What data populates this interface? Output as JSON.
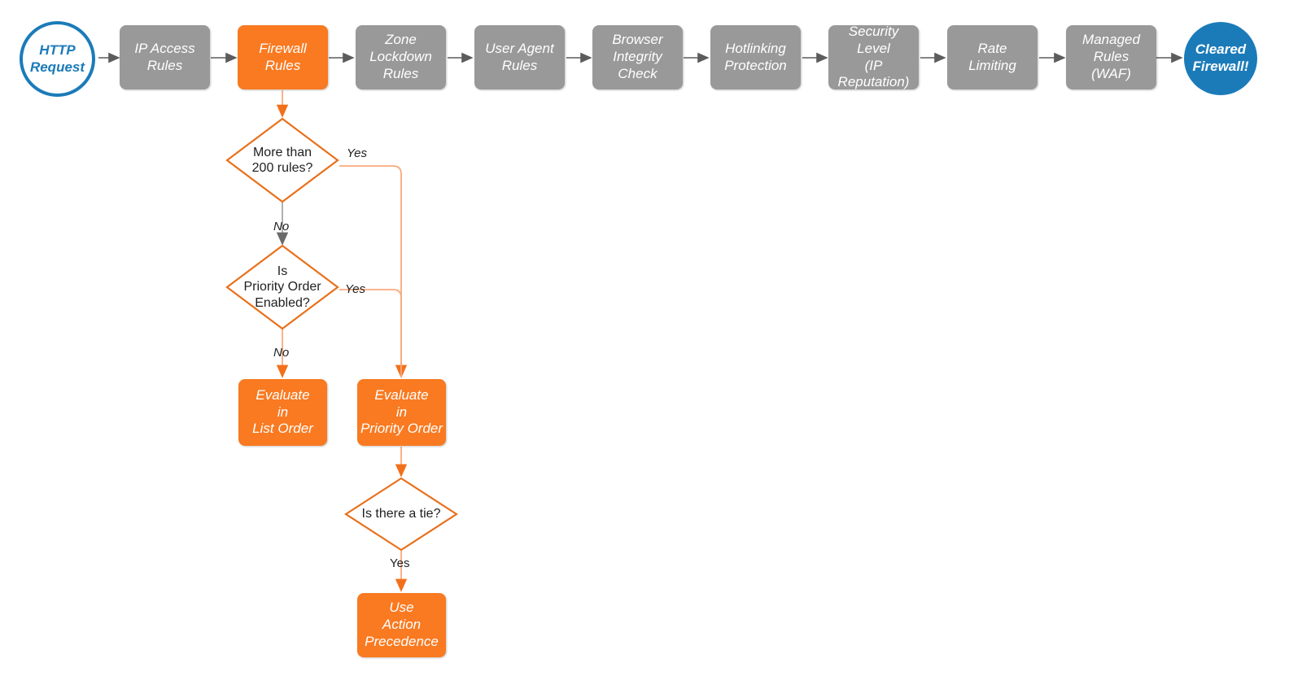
{
  "diagram": {
    "title": "Cloudflare firewall request evaluation order",
    "colors": {
      "gray_fill": "#999999",
      "orange_fill": "#f97a21",
      "orange_stroke": "#e8701c",
      "light_orange_link": "#f9a97e",
      "blue": "#1b7bb9",
      "gray_link": "#808080",
      "text_dark": "#1f1f1f",
      "background": "#ffffff"
    },
    "pipeline": {
      "start": {
        "label": "HTTP\nRequest",
        "shape": "circle-outline"
      },
      "steps": [
        {
          "label": "IP Access\nRules",
          "shape": "rounded-rect",
          "fill": "gray"
        },
        {
          "label": "Firewall\nRules",
          "shape": "rounded-rect",
          "fill": "orange"
        },
        {
          "label": "Zone\nLockdown\nRules",
          "shape": "rounded-rect",
          "fill": "gray"
        },
        {
          "label": "User Agent\nRules",
          "shape": "rounded-rect",
          "fill": "gray"
        },
        {
          "label": "Browser\nIntegrity\nCheck",
          "shape": "rounded-rect",
          "fill": "gray"
        },
        {
          "label": "Hotlinking\nProtection",
          "shape": "rounded-rect",
          "fill": "gray"
        },
        {
          "label": "Security\nLevel\n(IP Reputation)",
          "shape": "rounded-rect",
          "fill": "gray"
        },
        {
          "label": "Rate\nLimiting",
          "shape": "rounded-rect",
          "fill": "gray"
        },
        {
          "label": "Managed\nRules\n(WAF)",
          "shape": "rounded-rect",
          "fill": "gray"
        }
      ],
      "end": {
        "label": "Cleared\nFirewall!",
        "shape": "circle-filled"
      }
    },
    "branch": {
      "decisions": [
        {
          "id": "more-than-200-rules",
          "label": "More than\n200 rules?"
        },
        {
          "id": "is-priority-order-enabled",
          "label": "Is\nPriority Order\nEnabled?"
        },
        {
          "id": "is-there-a-tie",
          "label": "Is there a tie?"
        }
      ],
      "outcomes": [
        {
          "id": "evaluate-in-list-order",
          "label": "Evaluate\nin\nList Order"
        },
        {
          "id": "evaluate-in-priority-order",
          "label": "Evaluate\nin\nPriority Order"
        },
        {
          "id": "use-action-precedence",
          "label": "Use\nAction\nPrecedence"
        }
      ],
      "edge_labels": {
        "yes_more_than_200": "Yes",
        "no_more_than_200": "No",
        "yes_priority_order": "Yes",
        "no_priority_order": "No",
        "yes_tie": "Yes"
      }
    }
  }
}
